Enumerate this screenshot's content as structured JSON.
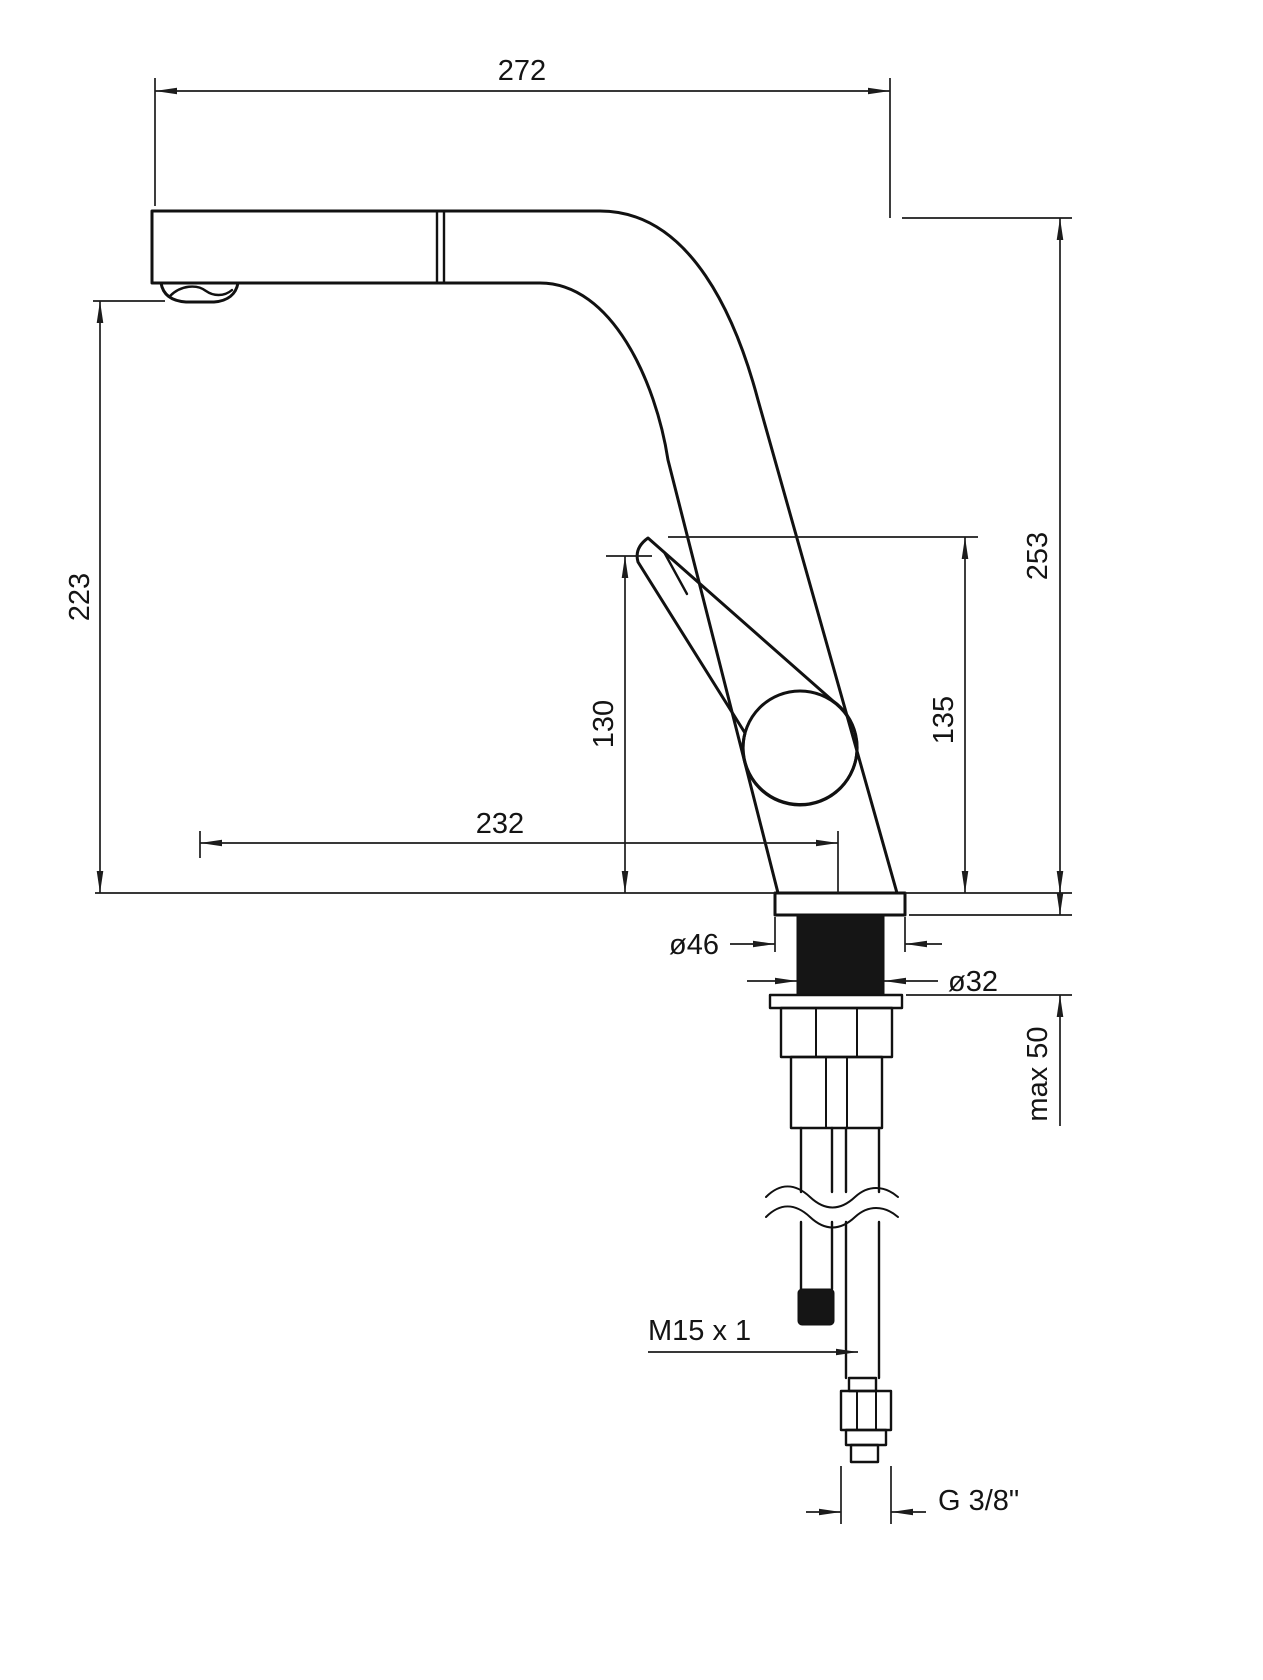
{
  "drawing": {
    "kind": "faucet-installation-dimension-drawing",
    "colors": {
      "line": "#111111",
      "background": "#ffffff",
      "fill_solid": "#151515"
    }
  },
  "dimensions": {
    "top_width": "272",
    "right_height": "253",
    "left_height": "223",
    "lever_height_inner": "130",
    "lever_height_outer": "135",
    "horizontal_reach": "232",
    "flange_diameter": "ø46",
    "shaft_diameter": "ø32",
    "max_counter_thickness": "max 50",
    "hose_thread": "M15 x 1",
    "connector_thread": "G 3/8\""
  }
}
